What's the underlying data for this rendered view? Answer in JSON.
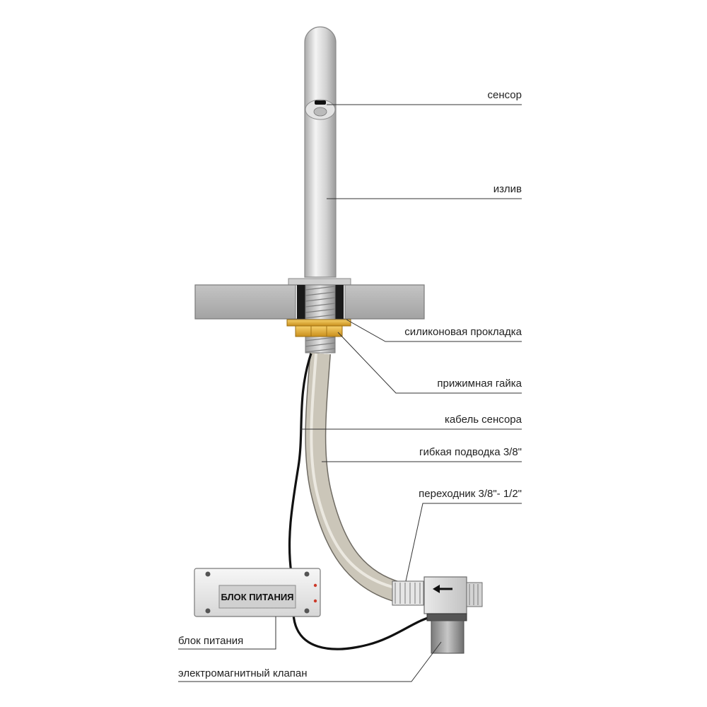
{
  "labels": {
    "sensor": "сенсор",
    "spout": "излив",
    "silicone_gasket": "силиконовая прокладка",
    "clamp_nut": "прижимная гайка",
    "sensor_cable": "кабель сенсора",
    "flex_hose": "гибкая подводка 3/8\"",
    "adapter": "переходник 3/8\"- 1/2\"",
    "power_unit": "блок питания",
    "solenoid_valve": "электромагнитный клапан"
  },
  "power_unit_panel": {
    "text": "БЛОК ПИТАНИЯ"
  },
  "colors": {
    "spout_metal": "#d9d9d9",
    "countertop": "#b3b3b3",
    "gasket": "#e8b63a",
    "hose": "#c8c4b8",
    "cable": "#111111"
  }
}
